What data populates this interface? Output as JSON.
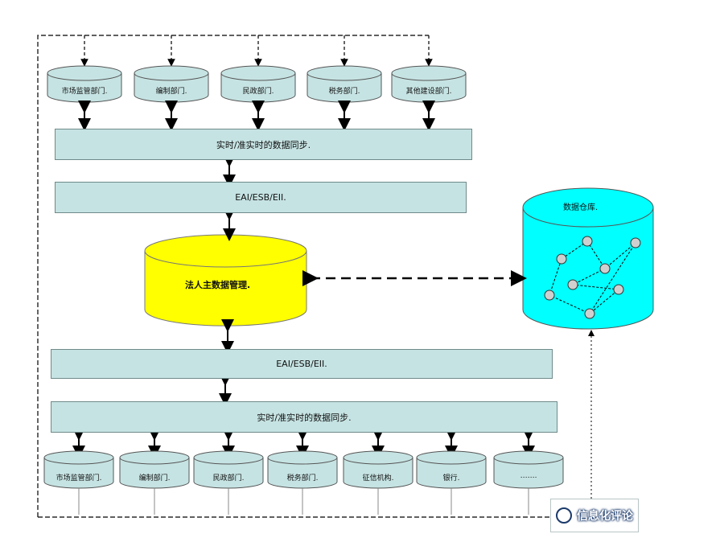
{
  "top_departments": [
    "市场监管部门.",
    "编制部门.",
    "民政部门.",
    "税务部门.",
    "其他建设部门."
  ],
  "bottom_departments": [
    "市场监管部门.",
    "编制部门.",
    "民政部门.",
    "税务部门.",
    "征信机构.",
    "银行.",
    "……."
  ],
  "bars": {
    "sync_top": "实时/准实时的数据同步.",
    "eai_top": "EAI/ESB/EII.",
    "eai_bottom": "EAI/ESB/EII.",
    "sync_bottom": "实时/准实时的数据同步."
  },
  "central_store": "法人主数据管理.",
  "warehouse": "数据仓库.",
  "watermark": "信息化评论",
  "colors": {
    "bar_fill": "#c6e3e3",
    "cylinder_fill": "#c6e3e3",
    "central_fill": "#ffff00",
    "warehouse_fill": "#00ffff"
  }
}
